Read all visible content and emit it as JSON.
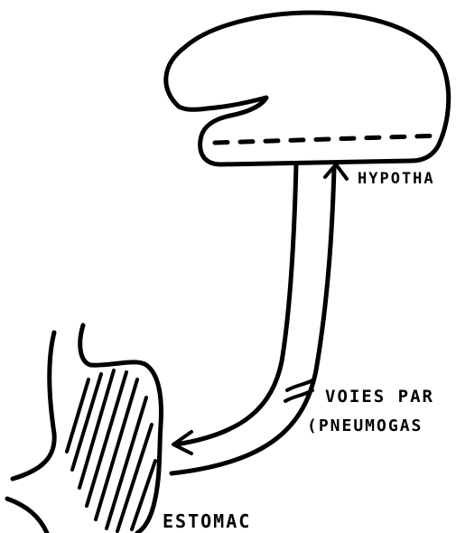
{
  "labels": {
    "hypothalamus": "HYPOTHA",
    "voies_line1": "VOIES PAR",
    "voies_line2": "(PNEUMOGAS",
    "estomac": "ESTOMAC"
  },
  "colors": {
    "ink": "#000000",
    "background": "#ffffff"
  }
}
